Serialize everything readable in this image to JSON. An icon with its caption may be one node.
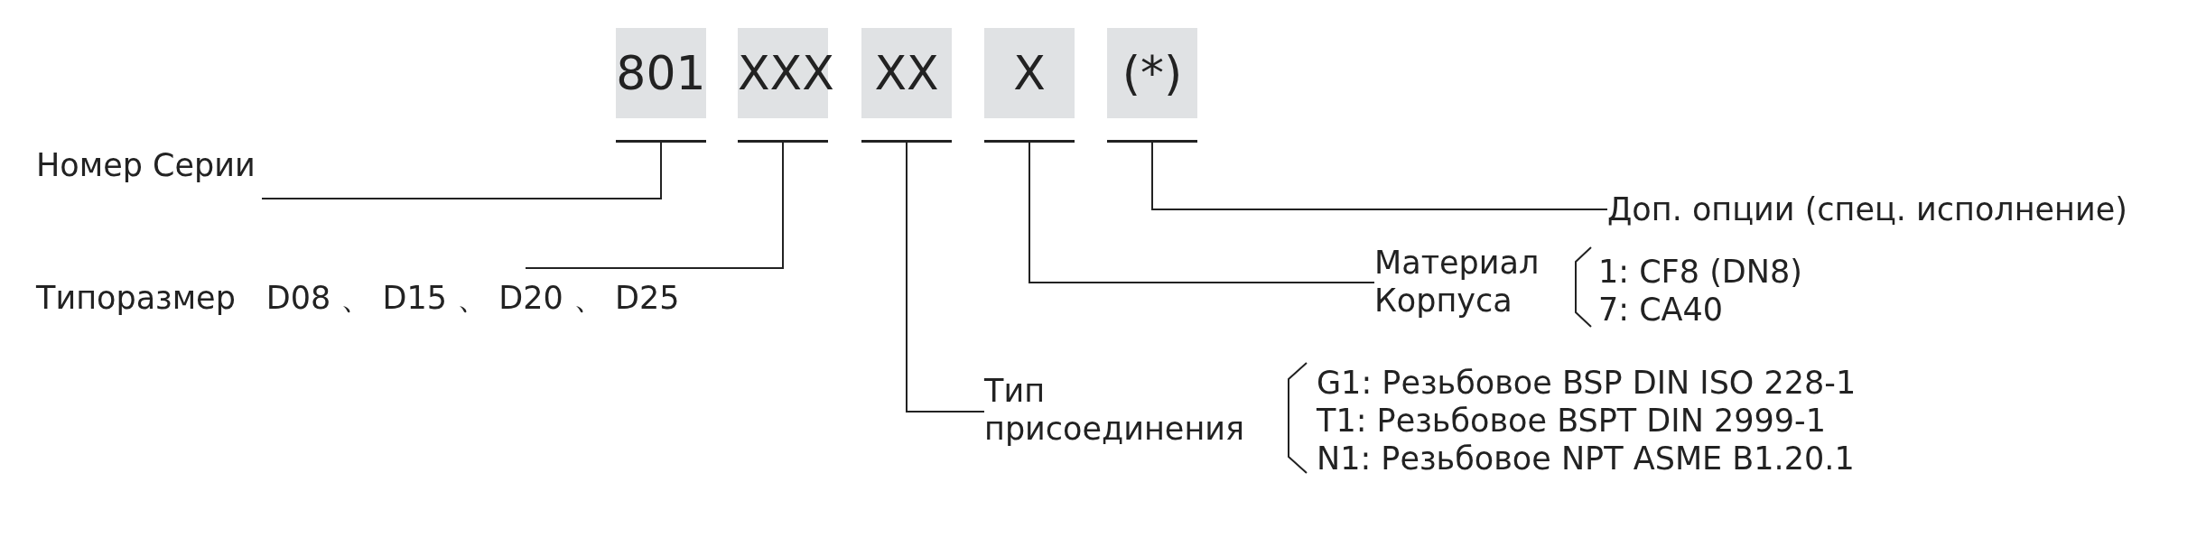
{
  "diagram": {
    "nodes": [
      {
        "text": [
          "801"
        ]
      },
      {
        "text": [
          "XXX"
        ]
      },
      {
        "text": [
          "XX"
        ]
      },
      {
        "text": [
          "X"
        ]
      },
      {
        "text": [
          "(*)"
        ]
      },
      {
        "text": [
          "Номер Серии"
        ]
      },
      {
        "text": [
          "Типоразмер",
          "D08 、 D15 、 D20 、 D25"
        ]
      },
      {
        "text": [
          "Тип присоединения"
        ]
      },
      {
        "text": [
          "Материал Корпуса"
        ]
      },
      {
        "text": [
          "Доп. опции (спец. исполнение)"
        ]
      }
    ],
    "edges": [
      {
        "from": 0,
        "to": 5,
        "arrow": "none"
      },
      {
        "from": 1,
        "to": 6,
        "arrow": "none"
      },
      {
        "from": 2,
        "to": 7,
        "arrow": "none"
      },
      {
        "from": 3,
        "to": 8,
        "arrow": "none"
      },
      {
        "from": 4,
        "to": 9,
        "arrow": "none"
      }
    ],
    "labels": [
      "1: CF8 (DN8)",
      "7: CA40",
      "G1: Резьбовое BSP DIN ISO 228-1",
      "T1: Резьбовое BSPT DIN 2999-1",
      "N1: Резьбовое NPT ASME B1.20.1"
    ]
  }
}
